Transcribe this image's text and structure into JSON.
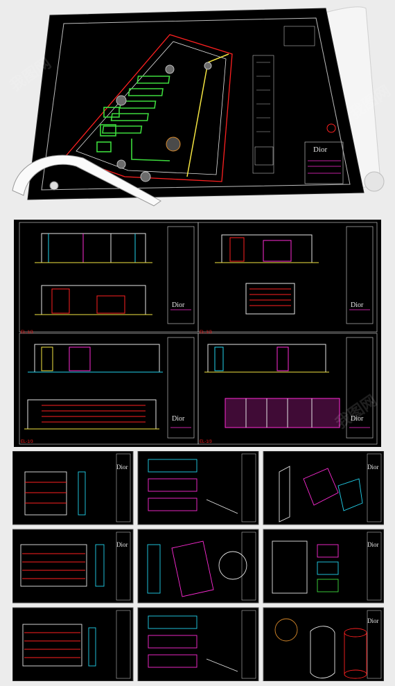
{
  "brand": "Dior",
  "sheet_labels": {
    "elevation_a": "EL-1/3",
    "elevation_b": "EL-1/3",
    "elevation_c": "EL-1/3",
    "elevation_d": "EL-1/3"
  },
  "colors": {
    "cad_background": "#000000",
    "line_red": "#ff2020",
    "line_green": "#3ddc3d",
    "line_magenta": "#ff2bd6",
    "line_cyan": "#22d3ee",
    "line_yellow": "#f5e642",
    "line_white": "#e6e6e6",
    "page_background": "#ececec"
  }
}
